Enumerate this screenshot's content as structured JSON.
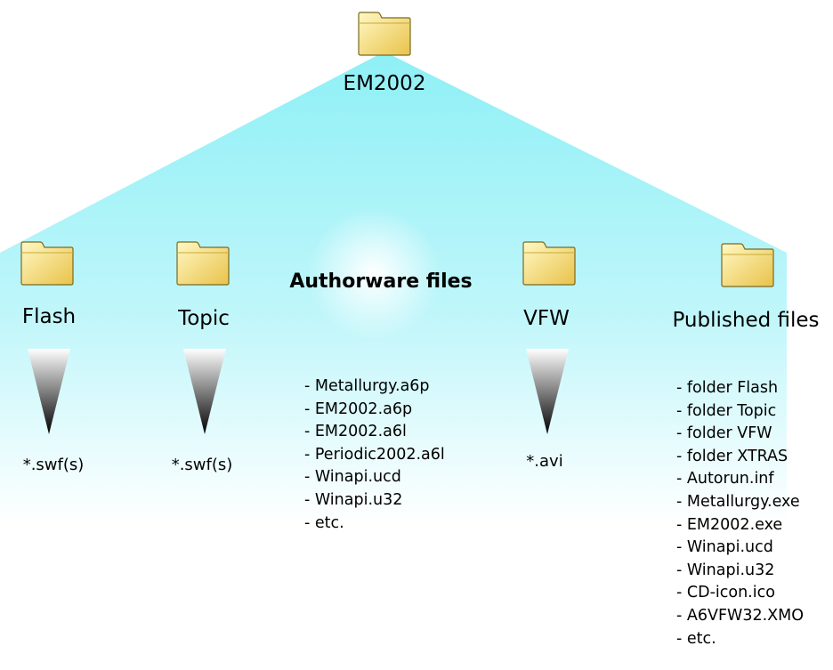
{
  "root": {
    "label": "EM2002"
  },
  "folders": [
    {
      "label": "Flash",
      "result": "*.swf(s)"
    },
    {
      "label": "Topic",
      "result": "*.swf(s)"
    },
    {
      "label": "VFW",
      "result": "*.avi"
    },
    {
      "label": "Published files"
    }
  ],
  "authorware": {
    "title": "Authorware files",
    "files": [
      "- Metallurgy.a6p",
      "- EM2002.a6p",
      "- EM2002.a6l",
      "- Periodic2002.a6l",
      "- Winapi.ucd",
      "- Winapi.u32",
      "- etc."
    ]
  },
  "published": {
    "files": [
      "- folder Flash",
      "- folder Topic",
      "- folder VFW",
      "- folder XTRAS",
      "- Autorun.inf",
      "- Metallurgy.exe",
      "- EM2002.exe",
      "- Winapi.ucd",
      "- Winapi.u32",
      "- CD-icon.ico",
      "- A6VFW32.XMO",
      "- etc."
    ]
  },
  "colors": {
    "cyan": "#8ef0f6",
    "folder_light": "#fff6b4",
    "folder_dark": "#e8c44a",
    "folder_edge": "#7a6a20"
  }
}
